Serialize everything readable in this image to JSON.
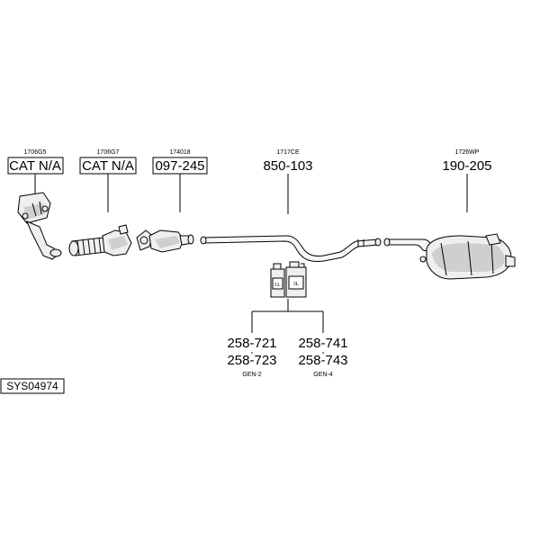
{
  "components": [
    {
      "ref": "1706G5",
      "part": "CAT N/A"
    },
    {
      "ref": "1706G7",
      "part": "CAT N/A"
    },
    {
      "ref": "174018",
      "part": "097-245"
    },
    {
      "ref": "1717CE",
      "part": "850-103"
    },
    {
      "ref": "1726WP",
      "part": "190-205"
    }
  ],
  "fluids": {
    "left": {
      "part_a": "258-721",
      "part_b": "258-723",
      "grade": "GEN-2",
      "can_label": "1L"
    },
    "right": {
      "part_a": "258-741",
      "part_b": "258-743",
      "grade": "GEN-4",
      "can_label": "3L"
    }
  },
  "system_code": "SYS04974"
}
